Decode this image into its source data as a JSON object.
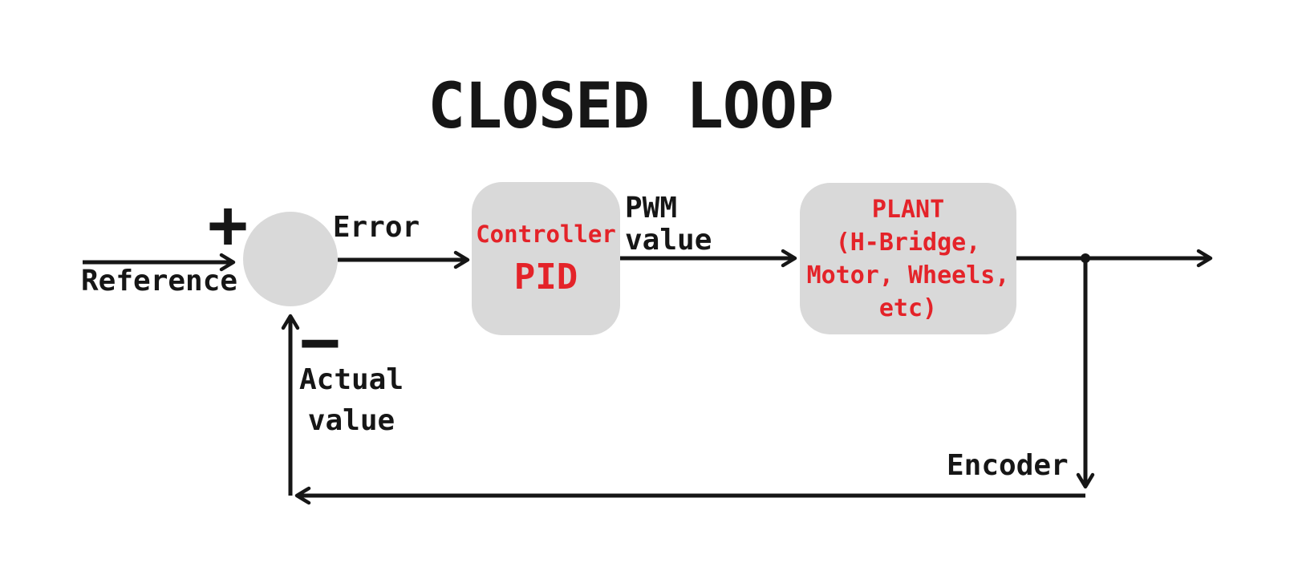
{
  "diagram": {
    "title": "CLOSED LOOP",
    "colors": {
      "ink": "#161616",
      "accent_red": "#e42329",
      "block_fill": "#d9d9d9",
      "background": "#ffffff"
    },
    "summing": {
      "plus": "+",
      "minus": "−"
    },
    "labels": {
      "reference": "Reference",
      "error": "Error",
      "pwm_line1": "PWM",
      "pwm_line2": "value",
      "actual_line1": "Actual",
      "actual_line2": "value",
      "encoder": "Encoder"
    },
    "blocks": {
      "controller": {
        "role": "Controller",
        "name": "PID"
      },
      "plant": {
        "lines": [
          "PLANT",
          "(H-Bridge,",
          "Motor, Wheels,",
          "etc)"
        ]
      }
    }
  }
}
